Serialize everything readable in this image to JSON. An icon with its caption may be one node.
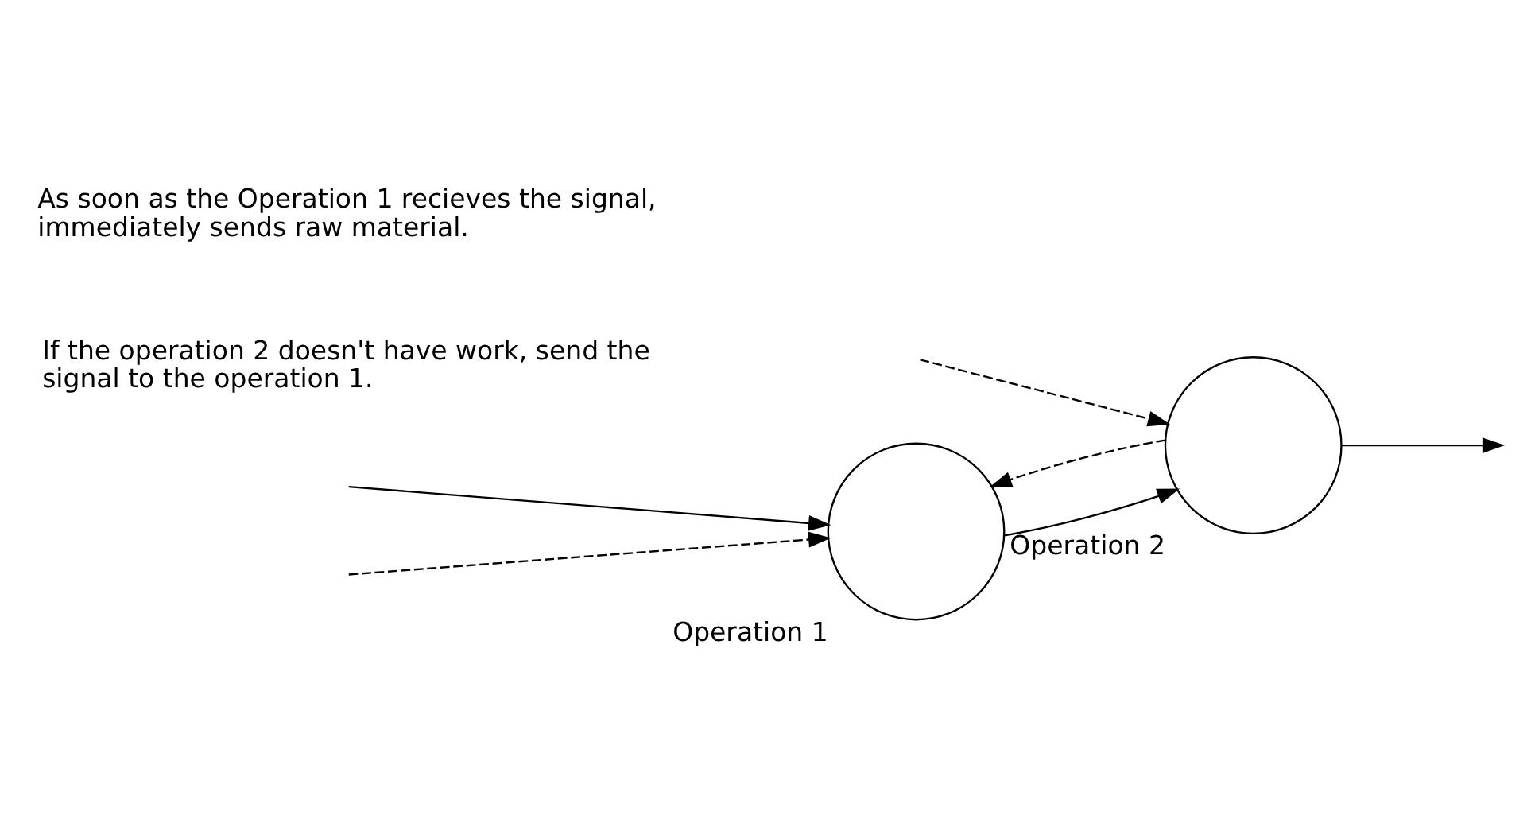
{
  "diagram": {
    "nodes": [
      {
        "text": [
          "Operation 1"
        ]
      },
      {
        "text": [
          "Operation 2"
        ]
      }
    ],
    "edges": [
      {
        "from": null,
        "to": 0,
        "arrow": "to"
      },
      {
        "from": null,
        "to": 0,
        "arrow": "to",
        "style": "dashed"
      },
      {
        "from": 0,
        "to": 1,
        "arrow": "to"
      },
      {
        "from": 1,
        "to": 0,
        "arrow": "to",
        "style": "dashed"
      },
      {
        "from": null,
        "to": 1,
        "arrow": "to",
        "style": "dashed"
      },
      {
        "from": 1,
        "to": null,
        "arrow": "to"
      }
    ],
    "labels": [
      "If the operation 2 doesn't have work, send the signal to the operation 1.",
      "As soon as the Operation 1 recieves the signal, immediately sends raw material."
    ]
  }
}
